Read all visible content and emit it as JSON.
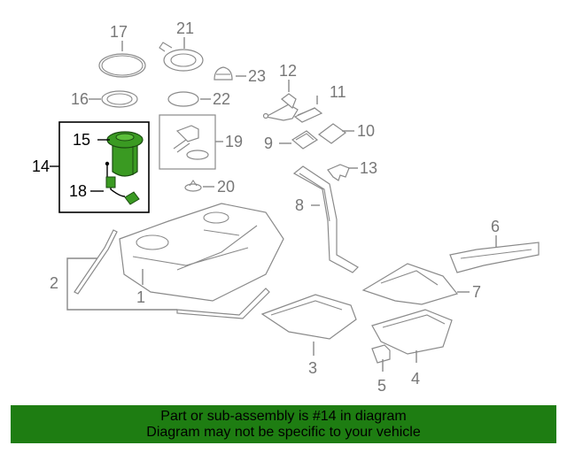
{
  "callouts": {
    "c1": "1",
    "c2": "2",
    "c3": "3",
    "c4": "4",
    "c5": "5",
    "c6": "6",
    "c7": "7",
    "c8": "8",
    "c9": "9",
    "c10": "10",
    "c11": "11",
    "c12": "12",
    "c13": "13",
    "c14": "14",
    "c15": "15",
    "c16": "16",
    "c17": "17",
    "c18": "18",
    "c19": "19",
    "c20": "20",
    "c21": "21",
    "c22": "22",
    "c23": "23"
  },
  "highlighted_part": "14",
  "colors": {
    "banner": "#1e7d12",
    "highlight_part": "#3a9a22",
    "callout_text": "#777777"
  },
  "footer": {
    "line1": "Part or sub-assembly is #14 in diagram",
    "line2": "Diagram may not be specific to your vehicle"
  }
}
